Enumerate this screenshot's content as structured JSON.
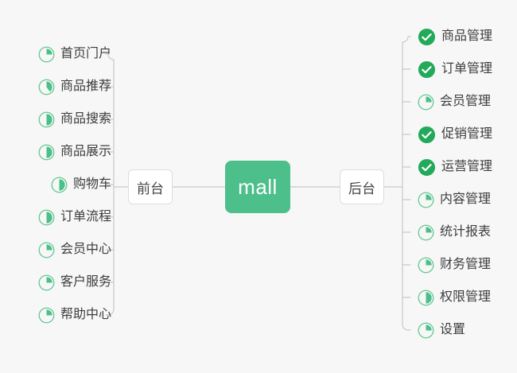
{
  "theme": {
    "background": "#f7f7f7",
    "accent_green": "#4cbf8b",
    "done_green": "#22a95a",
    "ring_green": "#63c98e",
    "text": "#3d3d3d",
    "line": "#c9c9c9",
    "node_border": "#dddddd"
  },
  "center": {
    "label": "mall"
  },
  "branches": {
    "left": {
      "label": "前台"
    },
    "right": {
      "label": "后台"
    }
  },
  "left_items": [
    {
      "label": "首页门户",
      "status": "progress",
      "percent": 25
    },
    {
      "label": "商品推荐",
      "status": "progress",
      "percent": 40
    },
    {
      "label": "商品搜索",
      "status": "progress",
      "percent": 50
    },
    {
      "label": "商品展示",
      "status": "progress",
      "percent": 50
    },
    {
      "label": "购物车",
      "status": "progress",
      "percent": 50
    },
    {
      "label": "订单流程",
      "status": "progress",
      "percent": 50
    },
    {
      "label": "会员中心",
      "status": "progress",
      "percent": 25
    },
    {
      "label": "客户服务",
      "status": "progress",
      "percent": 25
    },
    {
      "label": "帮助中心",
      "status": "progress",
      "percent": 25
    }
  ],
  "right_items": [
    {
      "label": "商品管理",
      "status": "done",
      "percent": 100
    },
    {
      "label": "订单管理",
      "status": "done",
      "percent": 100
    },
    {
      "label": "会员管理",
      "status": "progress",
      "percent": 25
    },
    {
      "label": "促销管理",
      "status": "done",
      "percent": 100
    },
    {
      "label": "运营管理",
      "status": "done",
      "percent": 100
    },
    {
      "label": "内容管理",
      "status": "progress",
      "percent": 25
    },
    {
      "label": "统计报表",
      "status": "progress",
      "percent": 25
    },
    {
      "label": "财务管理",
      "status": "progress",
      "percent": 25
    },
    {
      "label": "权限管理",
      "status": "progress",
      "percent": 50
    },
    {
      "label": "设置",
      "status": "progress",
      "percent": 25
    }
  ]
}
